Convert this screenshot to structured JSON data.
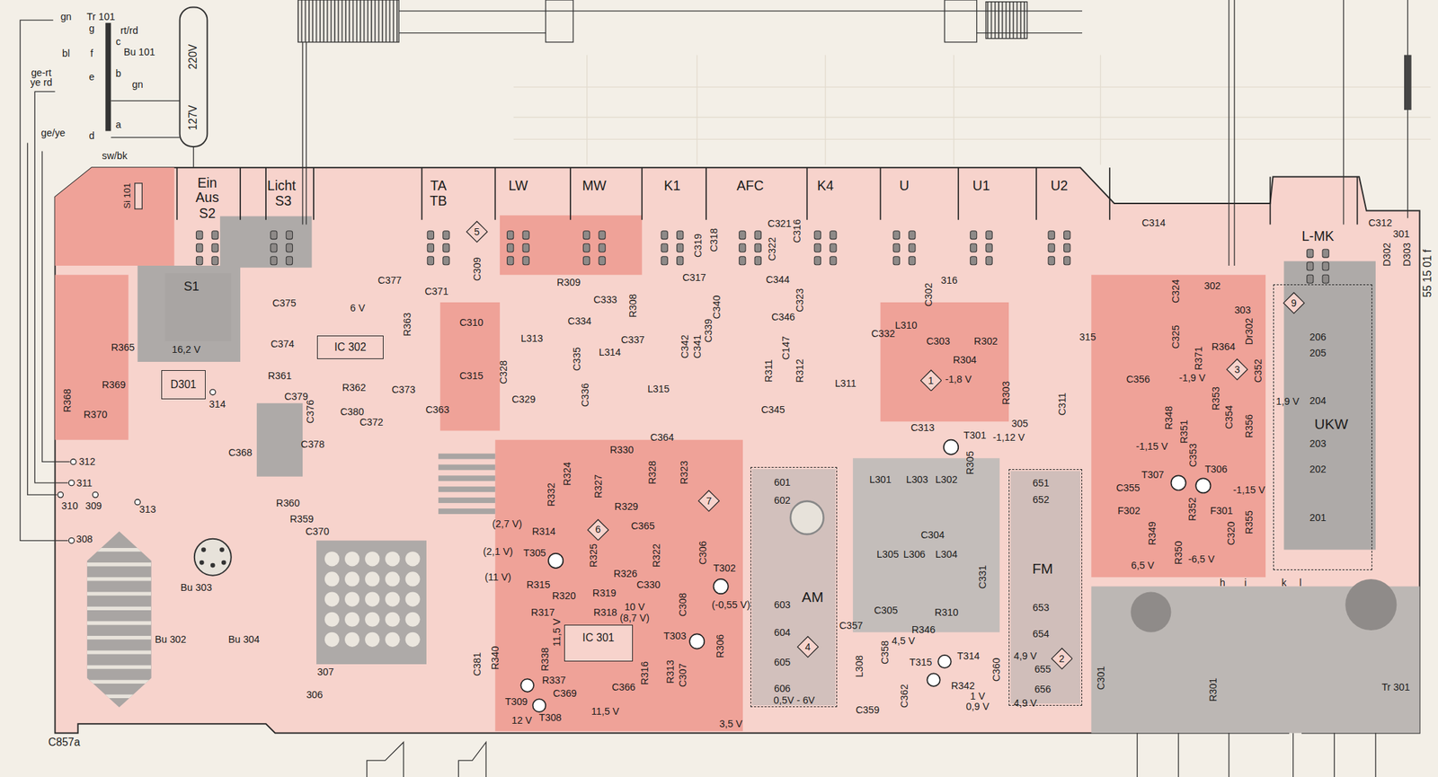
{
  "diagram": {
    "nodes": [
      {
        "text": [
          "S1"
        ]
      },
      {
        "text": [
          "5"
        ]
      },
      {
        "text": [
          "UKW"
        ]
      },
      {
        "text": [
          "9"
        ],
        "in": 2
      },
      {
        "text": [
          "IC 302"
        ]
      },
      {
        "text": [
          "D301"
        ]
      },
      {
        "text": [
          "3"
        ]
      },
      {
        "text": [
          "1"
        ]
      },
      {
        "text": [
          "AM"
        ]
      },
      {
        "text": [
          "FM"
        ]
      },
      {
        "text": [
          "7"
        ]
      },
      {
        "text": [
          "6"
        ]
      },
      {
        "text": [
          "IC 301"
        ]
      },
      {
        "text": [
          "4"
        ],
        "in": 8
      },
      {
        "text": [
          "2"
        ],
        "in": 9
      }
    ],
    "labels": [
      "gn",
      "Tr 101",
      "g",
      "f",
      "bl",
      "e",
      "ge-rt",
      "ye rd",
      "ge/ye",
      "d",
      "rt/rd",
      "c",
      "Bu 101",
      "b",
      "gn",
      "a",
      "sw/bk",
      "220V",
      "127V",
      "Ein",
      "Aus",
      "S2",
      "Licht",
      "S3",
      "TA",
      "TB",
      "LW",
      "MW",
      "K1",
      "AFC",
      "K4",
      "U",
      "U1",
      "U2",
      "L-MK",
      "Si 101",
      "R365",
      "R369",
      "R368",
      "R370",
      "16,2 V",
      "314",
      "312",
      "311",
      "310",
      "309",
      "313",
      "308",
      "C368",
      "C378",
      "R360",
      "R359",
      "C370",
      "Bu 303",
      "Bu 302",
      "Bu 304",
      "307",
      "306",
      "C857a",
      "C375",
      "6 V",
      "C374",
      "R361",
      "R362",
      "C379",
      "C376",
      "C380",
      "C372",
      "C373",
      "R363",
      "C377",
      "C371",
      "C309",
      "C310",
      "C315",
      "C363",
      "R309",
      "C333",
      "R308",
      "C334",
      "C337",
      "L313",
      "C335",
      "L314",
      "C328",
      "C329",
      "C336",
      "L315",
      "C364",
      "R330",
      "C319",
      "C318",
      "C317",
      "C340",
      "C339",
      "C342",
      "C341",
      "C321",
      "C316",
      "C322",
      "C344",
      "C323",
      "C346",
      "C147",
      "R311",
      "R312",
      "C345",
      "L311",
      "C332",
      "C302",
      "316",
      "L310",
      "C303",
      "R302",
      "R304",
      "-1,8 V",
      "R303",
      "C313",
      "T301",
      "-1,12 V",
      "305",
      "C311",
      "R305",
      "315",
      "C314",
      "L301",
      "L303",
      "L302",
      "C304",
      "L305",
      "L306",
      "L304",
      "C331",
      "C305",
      "R310",
      "R346",
      "C357",
      "4,5 V",
      "T315",
      "T314",
      "C358",
      "R342",
      "C360",
      "1 V",
      "0,9 V",
      "C359",
      "C362",
      "L308",
      "601",
      "602",
      "603",
      "604",
      "605",
      "606",
      "0,5V - 6V",
      "651",
      "652",
      "653",
      "654",
      "655",
      "656",
      "4,9 V",
      "4,9 V",
      "C301",
      "C312",
      "301",
      "D302",
      "D303",
      "C324",
      "C325",
      "302",
      "303",
      "Dr302",
      "206",
      "205",
      "204",
      "203",
      "202",
      "201",
      "R371",
      "R364",
      "-1,9 V",
      "1,9 V",
      "C356",
      "C352",
      "R353",
      "C354",
      "R348",
      "R351",
      "R356",
      "-1,15 V",
      "T307",
      "T306",
      "C355",
      "F302",
      "F301",
      "R352",
      "R349",
      "R350",
      "C353",
      "C320",
      "R355",
      "-1,15 V",
      "6,5 V",
      "-6,5 V",
      "h",
      "i",
      "k",
      "l",
      "R301",
      "Tr 301",
      "55 15 01 f",
      "R332",
      "R324",
      "R327",
      "R329",
      "R328",
      "R323",
      "C365",
      "R314",
      "(2,7 V)",
      "T305",
      "(2,1 V)",
      "R325",
      "(11 V)",
      "R315",
      "R320",
      "R326",
      "C330",
      "R322",
      "C306",
      "T302",
      "(-0,55 V)",
      "R319",
      "R317",
      "R318",
      "10 V",
      "(8,7 V)",
      "C308",
      "T303",
      "R306",
      "R313",
      "R316",
      "C366",
      "C307",
      "R340",
      "R338",
      "R337",
      "C369",
      "C381",
      "T309",
      "T308",
      "12 V",
      "11,5 V",
      "3,5 V",
      "11,5 V"
    ]
  }
}
